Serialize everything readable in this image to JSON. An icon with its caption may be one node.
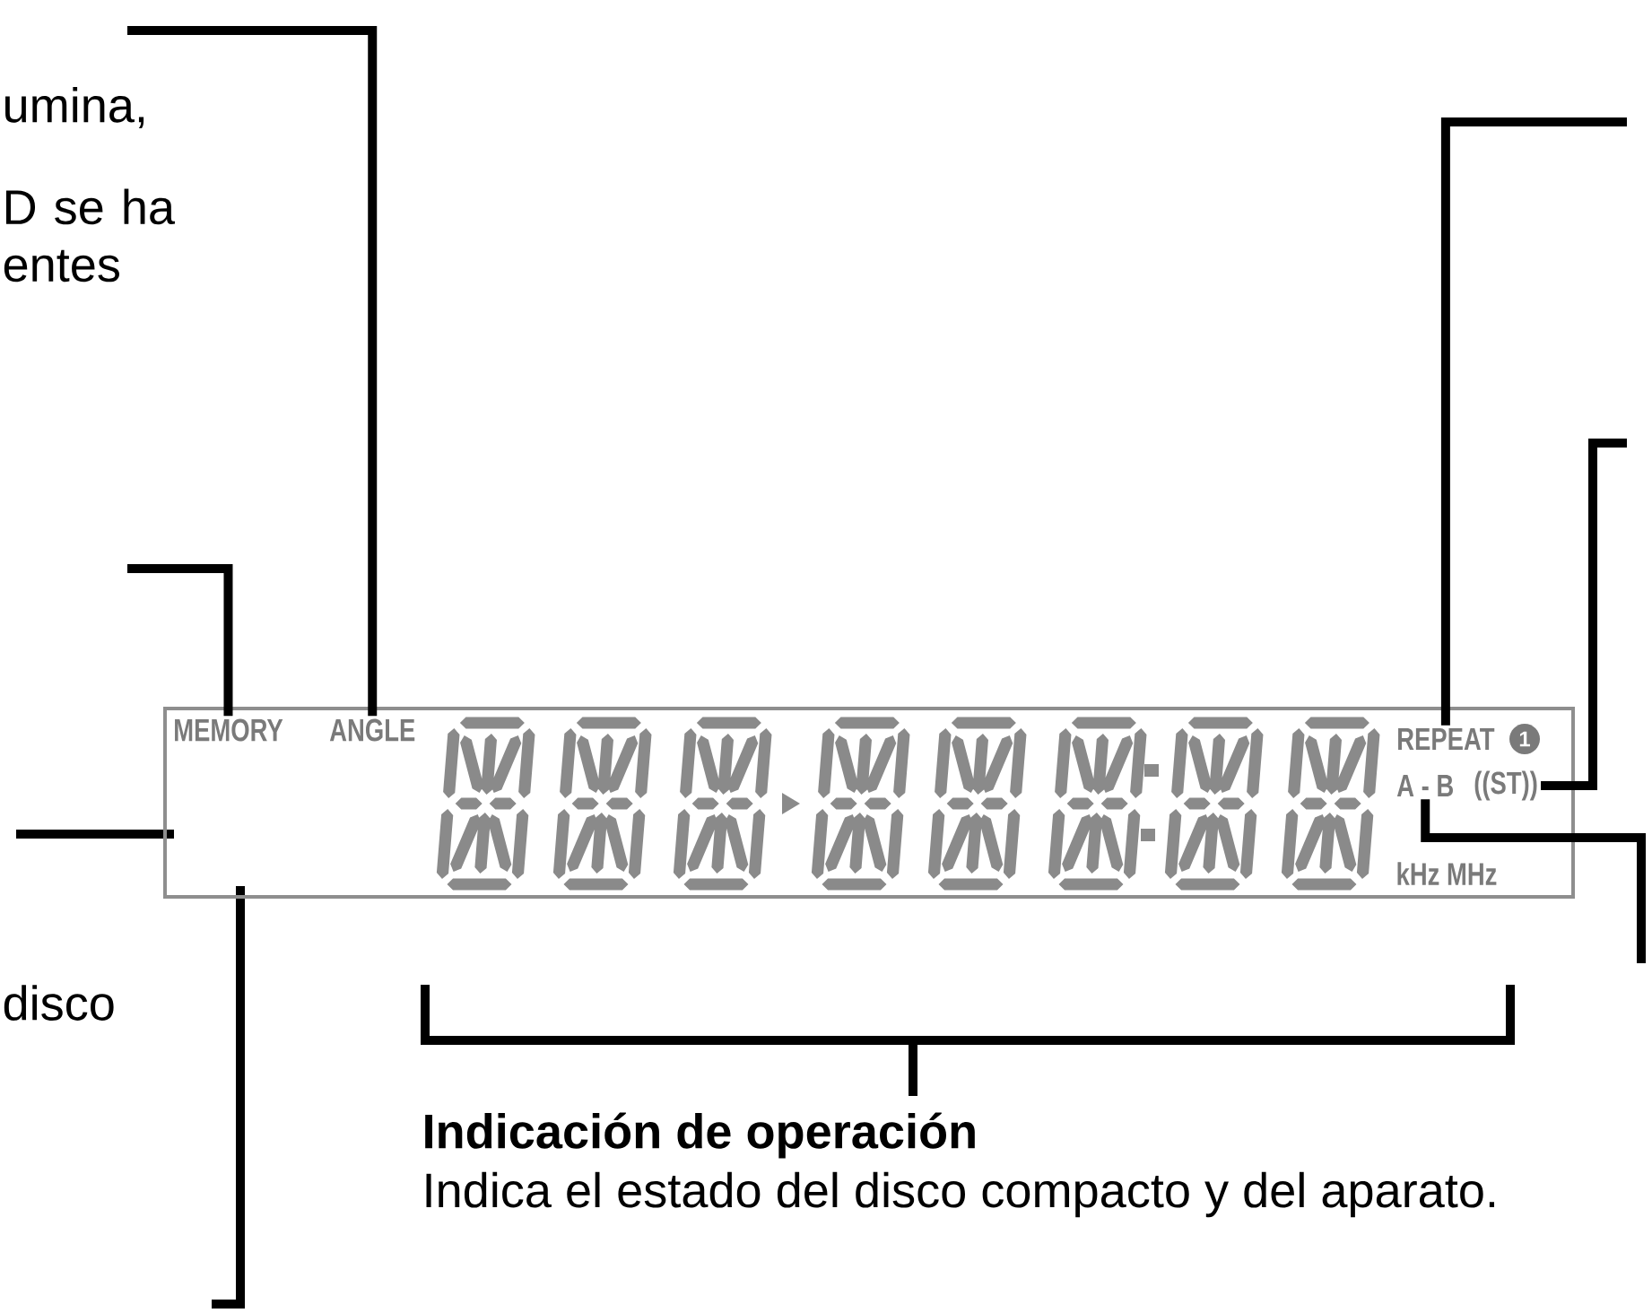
{
  "diagram": {
    "nodes": [
      {
        "text": [
          "kHz MHz"
        ]
      },
      {
        "text": [
          "MEMORY"
        ],
        "in": 0
      },
      {
        "text": [
          "ANGLE"
        ],
        "in": 0
      },
      {
        "text": [
          "REPEAT"
        ],
        "in": 0
      },
      {
        "text": [
          "1"
        ],
        "in": 0
      },
      {
        "text": [
          "A - B"
        ],
        "in": 0
      },
      {
        "text": [
          "((ST))"
        ],
        "in": 0
      }
    ],
    "edges": [
      {
        "from": null,
        "to": 2,
        "arrow": "none"
      },
      {
        "from": null,
        "to": 1,
        "arrow": "none"
      },
      {
        "from": null,
        "to": 3,
        "arrow": "none"
      },
      {
        "from": null,
        "to": 6,
        "arrow": "none"
      },
      {
        "from": null,
        "to": 5,
        "arrow": "none"
      }
    ],
    "labels": [
      "umina,",
      "D se ha entes",
      "disco",
      "Indicación de operación",
      "Indica el estado del disco compacto y del aparato."
    ]
  }
}
